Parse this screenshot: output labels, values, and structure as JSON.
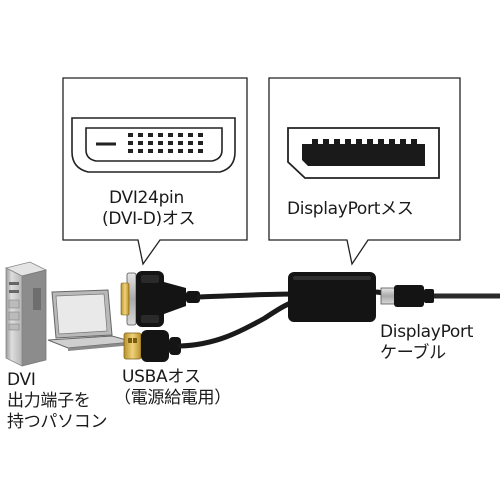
{
  "callouts": {
    "dvi": {
      "line1": "DVI24pin",
      "line2": "(DVI-D)オス"
    },
    "displayport": {
      "label": "DisplayPortメス"
    }
  },
  "labels": {
    "pc": {
      "line1": "DVI",
      "line2": "出力端子を",
      "line3": "持つパソコン"
    },
    "usb": {
      "line1": "USBAオス",
      "line2": "（電源給電用）"
    },
    "dp_cable": {
      "line1": "DisplayPort",
      "line2": "ケーブル"
    }
  },
  "colors": {
    "outline": "#222222",
    "cable": "#1a1a1a",
    "connector_gold": "#d9b64a",
    "pc_gray": "#c9c9c9"
  },
  "icons": [
    "dvi-port-icon",
    "displayport-port-icon",
    "pc-tower-icon",
    "laptop-icon",
    "dvi-plug-icon",
    "usb-plug-icon",
    "adapter-box-icon",
    "displayport-plug-icon"
  ]
}
